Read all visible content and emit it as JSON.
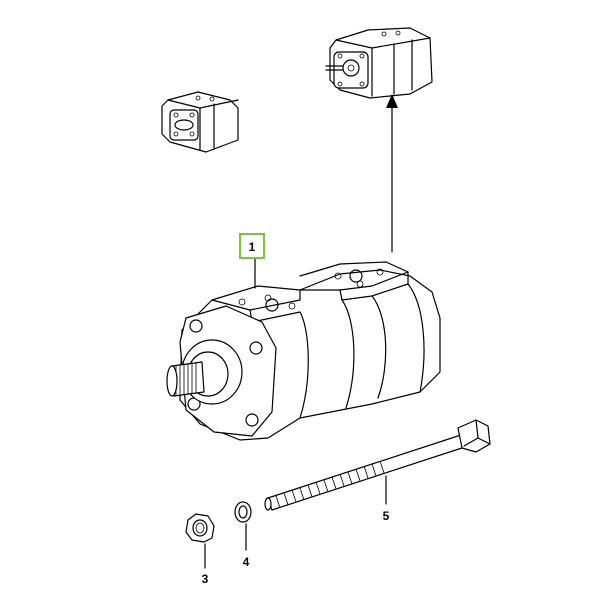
{
  "callouts": [
    {
      "id": "1",
      "text": "1"
    },
    {
      "id": "3",
      "text": "3"
    },
    {
      "id": "4",
      "text": "4"
    },
    {
      "id": "5",
      "text": "5"
    }
  ],
  "colors": {
    "highlight": "#7dc242",
    "ink": "#000000",
    "background": "#ffffff"
  }
}
